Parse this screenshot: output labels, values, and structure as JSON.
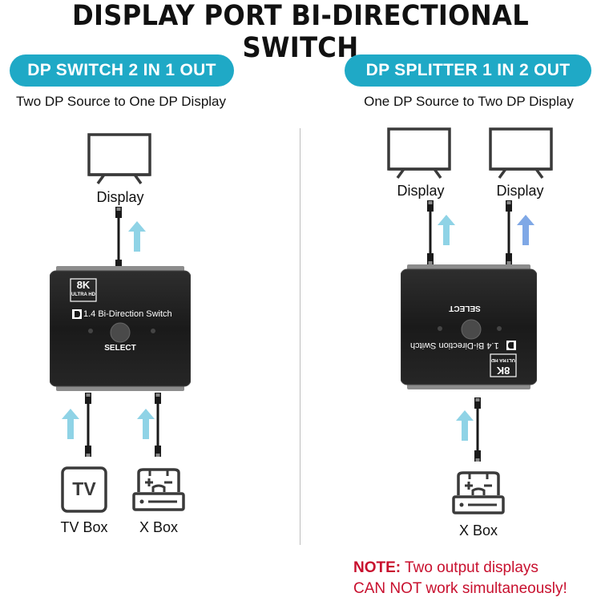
{
  "title": "DISPLAY PORT BI-DIRECTIONAL SWITCH",
  "left": {
    "badge": "DP SWITCH 2 IN 1 OUT",
    "subtitle": "Two DP Source to One DP Display",
    "display_label": "Display",
    "device": {
      "badge_top": "8K",
      "badge_bottom": "ULTRA HD",
      "name": "1.4 Bi-Direction Switch",
      "button_label": "SELECT"
    },
    "sources": [
      {
        "label": "TV Box",
        "icon": "tv-box-icon",
        "icon_text": "TV"
      },
      {
        "label": "X Box",
        "icon": "game-console-icon"
      }
    ]
  },
  "right": {
    "badge": "DP SPLITTER 1 IN 2 OUT",
    "subtitle": "One DP Source to Two DP Display",
    "display_labels": [
      "Display",
      "Display"
    ],
    "device": {
      "badge_top": "8K",
      "badge_bottom": "ULTRA HD",
      "name": "1.4 Bi-Direction Switch",
      "button_label": "SELECT"
    },
    "source": {
      "label": "X Box",
      "icon": "game-console-icon"
    }
  },
  "note": {
    "prefix": "NOTE:",
    "line1": " Two output displays",
    "line2": "CAN NOT work simultaneously!"
  },
  "colors": {
    "badge": "#1fa9c6",
    "arrow": "#8fd3e6",
    "arrow_alt": "#7fa8e6",
    "device_body": "#1d1d1d",
    "note_red": "#c8102e"
  }
}
